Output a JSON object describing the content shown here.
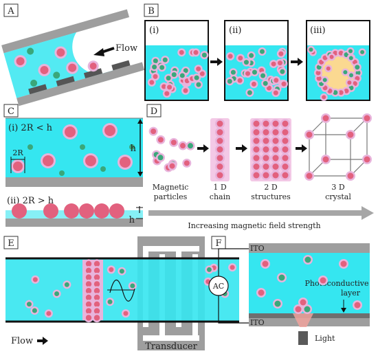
{
  "panel_labels": [
    "A",
    "B",
    "C",
    "D",
    "E",
    "F"
  ],
  "panelA": {
    "flow_label": "Flow"
  },
  "panelB": {
    "stage_labels": [
      "(i)",
      "(ii)",
      "(iii)"
    ]
  },
  "panelC": {
    "case_i": "(i) 2R < h",
    "case_ii": "(ii) 2R > h",
    "radius_label": "2R",
    "height_label": "h",
    "height_label_2": "h"
  },
  "panelD": {
    "stages": [
      {
        "line1": "Magnetic",
        "line2": "particles"
      },
      {
        "line1": "1 D",
        "line2": "chain"
      },
      {
        "line1": "2 D",
        "line2": "structures"
      },
      {
        "line1": "3 D",
        "line2": "crystal"
      }
    ],
    "field_label": "Increasing magnetic field strength"
  },
  "panelE": {
    "flow_label": "Flow",
    "transducer_label": "Transducer"
  },
  "panelF": {
    "source_label": "AC",
    "top_electrode": "ITO",
    "bottom_electrode": "ITO",
    "layer_line1": "Photoconductive",
    "layer_line2": "layer",
    "light_label": "Light"
  },
  "colors": {
    "fluid": "#35e6f0",
    "particle_pink": "#e2617e",
    "particle_green": "#3aa77a",
    "halo": "#e8b4dc",
    "wall": "#9e9e9e",
    "core": "#fbd991"
  }
}
